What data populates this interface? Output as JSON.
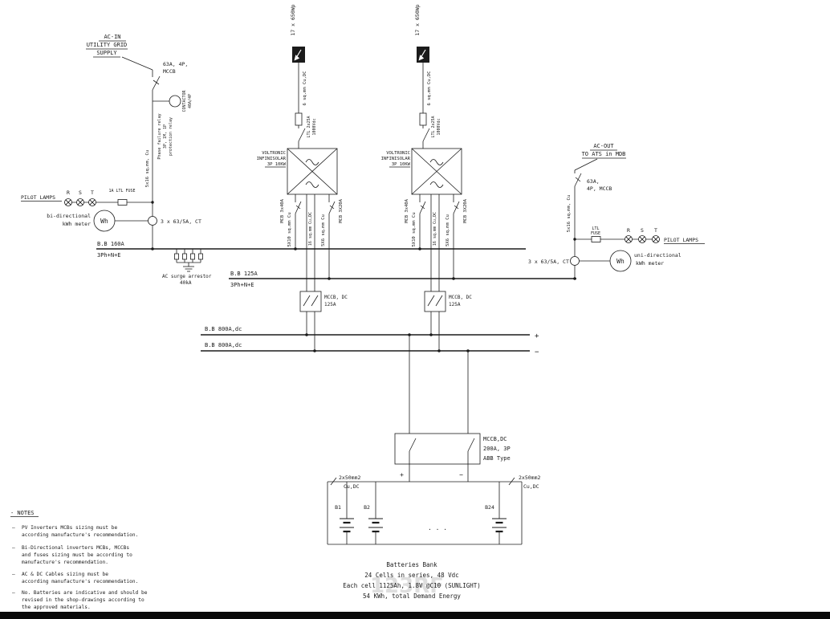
{
  "utility": {
    "line1": "AC-IN",
    "line2": "UTILITY GRID",
    "line3": "SUPPLY",
    "mccb_line1": "63A, 4P,",
    "mccb_line2": "MCCB",
    "contactor_line1": "CONTACTOR",
    "contactor_line2": "40A/4P",
    "relay_line1": "Phase failure relay",
    "relay_line2": "3P, 1M, 1P",
    "relay_line3": "protection relay",
    "cable": "5x16 sq.mm, Cu"
  },
  "left_panel": {
    "pilot_lamps": "PILOT LAMPS",
    "fuse": "1A LTL FUSE",
    "phase_r": "R",
    "phase_s": "S",
    "phase_t": "T",
    "meter_line1": "bi-directional",
    "meter_line2": "kWh meter",
    "meter_symbol": "Wh",
    "ct": "3 x 63/5A, CT"
  },
  "buses": {
    "ac_main": "B.B 160A",
    "ac_main_sub": "3Ph+N+E",
    "surge_line1": "AC surge arrestor",
    "surge_line2": "40kA",
    "ac_out": "B.B 125A",
    "ac_out_sub": "3Ph+N+E",
    "dc_pos": "B.B 800A,dc",
    "dc_neg": "B.B 800A,dc",
    "plus": "+",
    "minus": "−"
  },
  "pv": {
    "array": "17 x 650Wp",
    "dc_cable": "6 sq.mm Cu,DC",
    "fuse_line1": "LTL 2x25A",
    "fuse_line2": "1000Vdc",
    "inverter_line1": "VOLTRONIC",
    "inverter_line2": "INFINISOLAR",
    "inverter_line3": "3P 10KW",
    "mcb_in": "MCB 3x40A",
    "cable_in": "5X10 sq.mm Cu",
    "battery_cable": "16 sq.mm Cu,DC",
    "cable_out": "5X6 sq.mm Cu",
    "mcb_out": "MCB 3X20A",
    "mccb_dc_line1": "MCCB, DC",
    "mccb_dc_line2": "125A"
  },
  "right_panel": {
    "line1": "AC-OUT",
    "line2": "TO ATS in MDB",
    "mccb_line1": "63A,",
    "mccb_line2": "4P, MCCB",
    "cable": "5x16 sq.mm, Cu",
    "fuse_line1": "LTL",
    "fuse_line2": "FUSE",
    "phase_r": "R",
    "phase_s": "S",
    "phase_t": "T",
    "pilot_lamps": "PILOT LAMPS",
    "ct": "3 x 63/5A, CT",
    "meter_symbol": "Wh",
    "meter_line1": "uni-directional",
    "meter_line2": "kWh meter"
  },
  "battery": {
    "mccb_line1": "MCCB,DC",
    "mccb_line2": "200A, 3P",
    "mccb_line3": "ABB Type",
    "plus": "+",
    "minus": "−",
    "cable_line1": "2x50mm2",
    "cable_line2": "Cu,DC",
    "b1": "B1",
    "b2": "B2",
    "b24": "B24",
    "dots": ". . .",
    "bank_line1": "Batteries Bank",
    "bank_line2": "24 Cells in series, 48 Vdc",
    "bank_line3": "Each cell 1125Ah, 1.8V @C10 (SUNLIGHT)",
    "bank_line4": "54 KWh, total Demand Energy"
  },
  "notes": {
    "title": "- NOTES",
    "dash": "—",
    "n1_l1": "PV Inverters MCBs sizing must be",
    "n1_l2": "according manufacture's recommendation.",
    "n2_l1": "Bi-Directional inverters MCBs, MCCBs",
    "n2_l2": "and fuses sizing must be according to",
    "n2_l3": "manufacture's recommendation.",
    "n3_l1": "AC & DC Cables sizing must be",
    "n3_l2": "according manufacture's recommendation.",
    "n4_l1": "No. Batteries are indicative and should be",
    "n4_l2": "revised in the shop-drawings according to",
    "n4_l3": "the approved materials."
  },
  "watermark": "123RF"
}
